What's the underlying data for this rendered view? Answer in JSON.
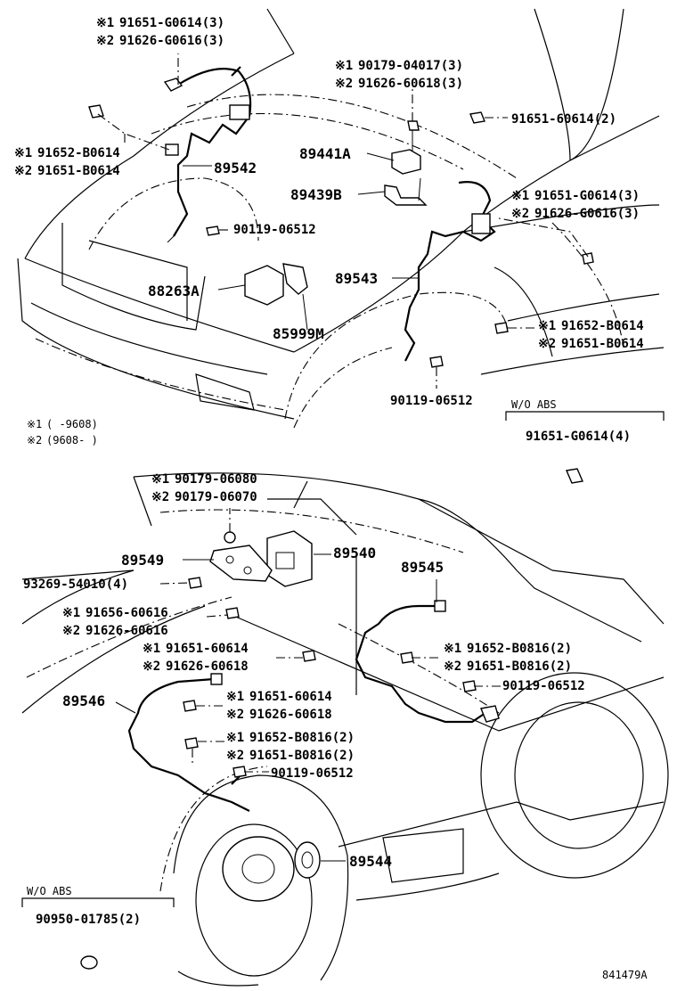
{
  "marks": {
    "m1": "※1",
    "m2": "※2"
  },
  "labels": {
    "a1": "91651-G0614(3)",
    "a2": "91626-G0616(3)",
    "b1": "91652-B0614",
    "b2": "91651-B0614",
    "p89542": "89542",
    "p90119a": "90119-06512",
    "p88263": "88263A",
    "p85999": "85999M",
    "c1": "90179-04017(3)",
    "c2": "91626-60618(3)",
    "d": "91651-60614(2)",
    "p89441": "89441A",
    "p89439": "89439B",
    "e1": "91651-G0614(3)",
    "e2": "91626-G0616(3)",
    "p89543": "89543",
    "f1": "91652-B0614",
    "f2": "91651-B0614",
    "p90119b": "90119-06512",
    "woabs1_title": "W/O ABS",
    "woabs1_part": "91651-G0614(4)",
    "note1_code": "(    -9608)",
    "note2_code": "(9608-    )",
    "g1": "90179-06080",
    "g2": "90179-06070",
    "p89540": "89540",
    "p89549": "89549",
    "p93269": "93269-54010(4)",
    "h1": "91656-60616",
    "h2": "91626-60616",
    "p89545": "89545",
    "i1": "91651-60614",
    "i2": "91626-60618",
    "j1": "91652-B0816(2)",
    "j2": "91651-B0816(2)",
    "p90119c": "90119-06512",
    "p89546": "89546",
    "k1": "91651-60614",
    "k2": "91626-60618",
    "l1": "91652-B0816(2)",
    "l2": "91651-B0816(2)",
    "p90119d": "90119-06512",
    "p89544": "89544",
    "woabs2_title": "W/O ABS",
    "woabs2_part": "90950-01785(2)",
    "figure_code": "841479A"
  }
}
